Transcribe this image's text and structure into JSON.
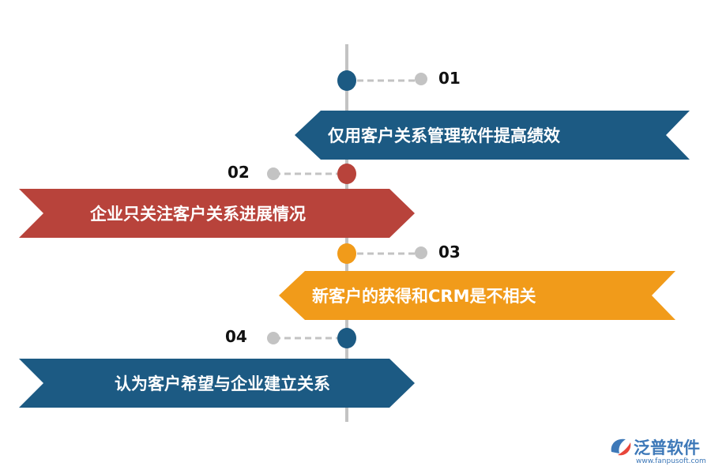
{
  "colors": {
    "blue": "#1c5a83",
    "red": "#b8433b",
    "orange": "#f19b1a",
    "gray": "#c3c3c3",
    "logo": "#3d78b8"
  },
  "steps": [
    {
      "number": "01",
      "text": "仅用客户关系管理软件提高绩效",
      "color": "#1c5a83"
    },
    {
      "number": "02",
      "text": "企业只关注客户关系进展情况",
      "color": "#b8433b"
    },
    {
      "number": "03",
      "text": "新客户的获得和CRM是不相关",
      "color": "#f19b1a"
    },
    {
      "number": "04",
      "text": "认为客户希望与企业建立关系",
      "color": "#1c5a83"
    }
  ],
  "logo": {
    "name": "泛普软件",
    "url": "www.fanpusoft.com",
    "icon": "fanpu-logo-icon"
  }
}
